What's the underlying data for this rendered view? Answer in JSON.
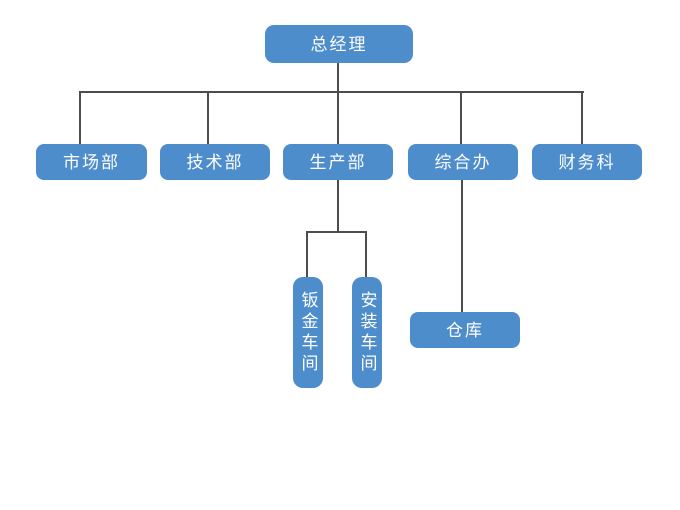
{
  "diagram": {
    "type": "org-chart",
    "root": {
      "id": "gm",
      "label": "总经理"
    },
    "departments": [
      {
        "id": "marketing",
        "label": "市场部"
      },
      {
        "id": "tech",
        "label": "技术部"
      },
      {
        "id": "production",
        "label": "生产部"
      },
      {
        "id": "admin",
        "label": "综合办"
      },
      {
        "id": "finance",
        "label": "财务科"
      }
    ],
    "production_children": [
      {
        "id": "sheetmetal",
        "label": "钣金车间",
        "orientation": "vertical"
      },
      {
        "id": "install",
        "label": "安装车间",
        "orientation": "vertical"
      }
    ],
    "admin_children": [
      {
        "id": "warehouse",
        "label": "仓库"
      }
    ],
    "colors": {
      "node_fill": "#4e8dcb",
      "node_text": "#ffffff",
      "connector": "#4d4d4d",
      "background": "#ffffff"
    }
  }
}
